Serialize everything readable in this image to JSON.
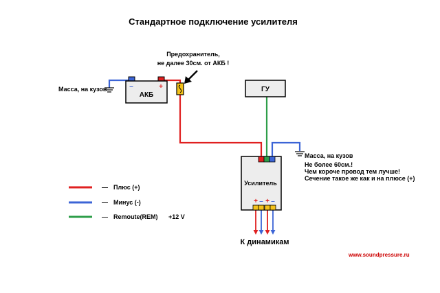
{
  "title": "Стандартное подключение усилителя",
  "battery": {
    "label": "АКБ",
    "minus": "–",
    "plus": "+"
  },
  "head_unit": {
    "label": "ГУ"
  },
  "amplifier": {
    "label": "Усилитель",
    "outputs": [
      "+",
      "–",
      "+",
      "–"
    ]
  },
  "fuse_note": {
    "line1": "Предохранитель,",
    "line2": "не далее 30см. от АКБ !"
  },
  "ground_left": "Масса, на кузов",
  "ground_right": {
    "label": "Масса, на кузов",
    "note1": "Не более 60см.!",
    "note2": "Чем короче провод тем лучше!",
    "note3": "Сечение такое же как и на плюсе (+)"
  },
  "speakers_label": "К динамикам",
  "legend": [
    {
      "dash": "—",
      "label": "Плюс (+)",
      "color": "#e02020"
    },
    {
      "dash": "—",
      "label": "Минус (-)",
      "color": "#3c64d6"
    },
    {
      "dash": "—",
      "label": "Remoute(REM)",
      "color": "#2e9e4a",
      "extra": "+12 V"
    }
  ],
  "watermark": "www.soundpressure.ru",
  "colors": {
    "plus": "#e02020",
    "minus": "#3c64d6",
    "rem": "#2e9e4a",
    "fuse": "#f4c21a",
    "box_fill": "#ededed",
    "watermark": "#cc0000"
  }
}
